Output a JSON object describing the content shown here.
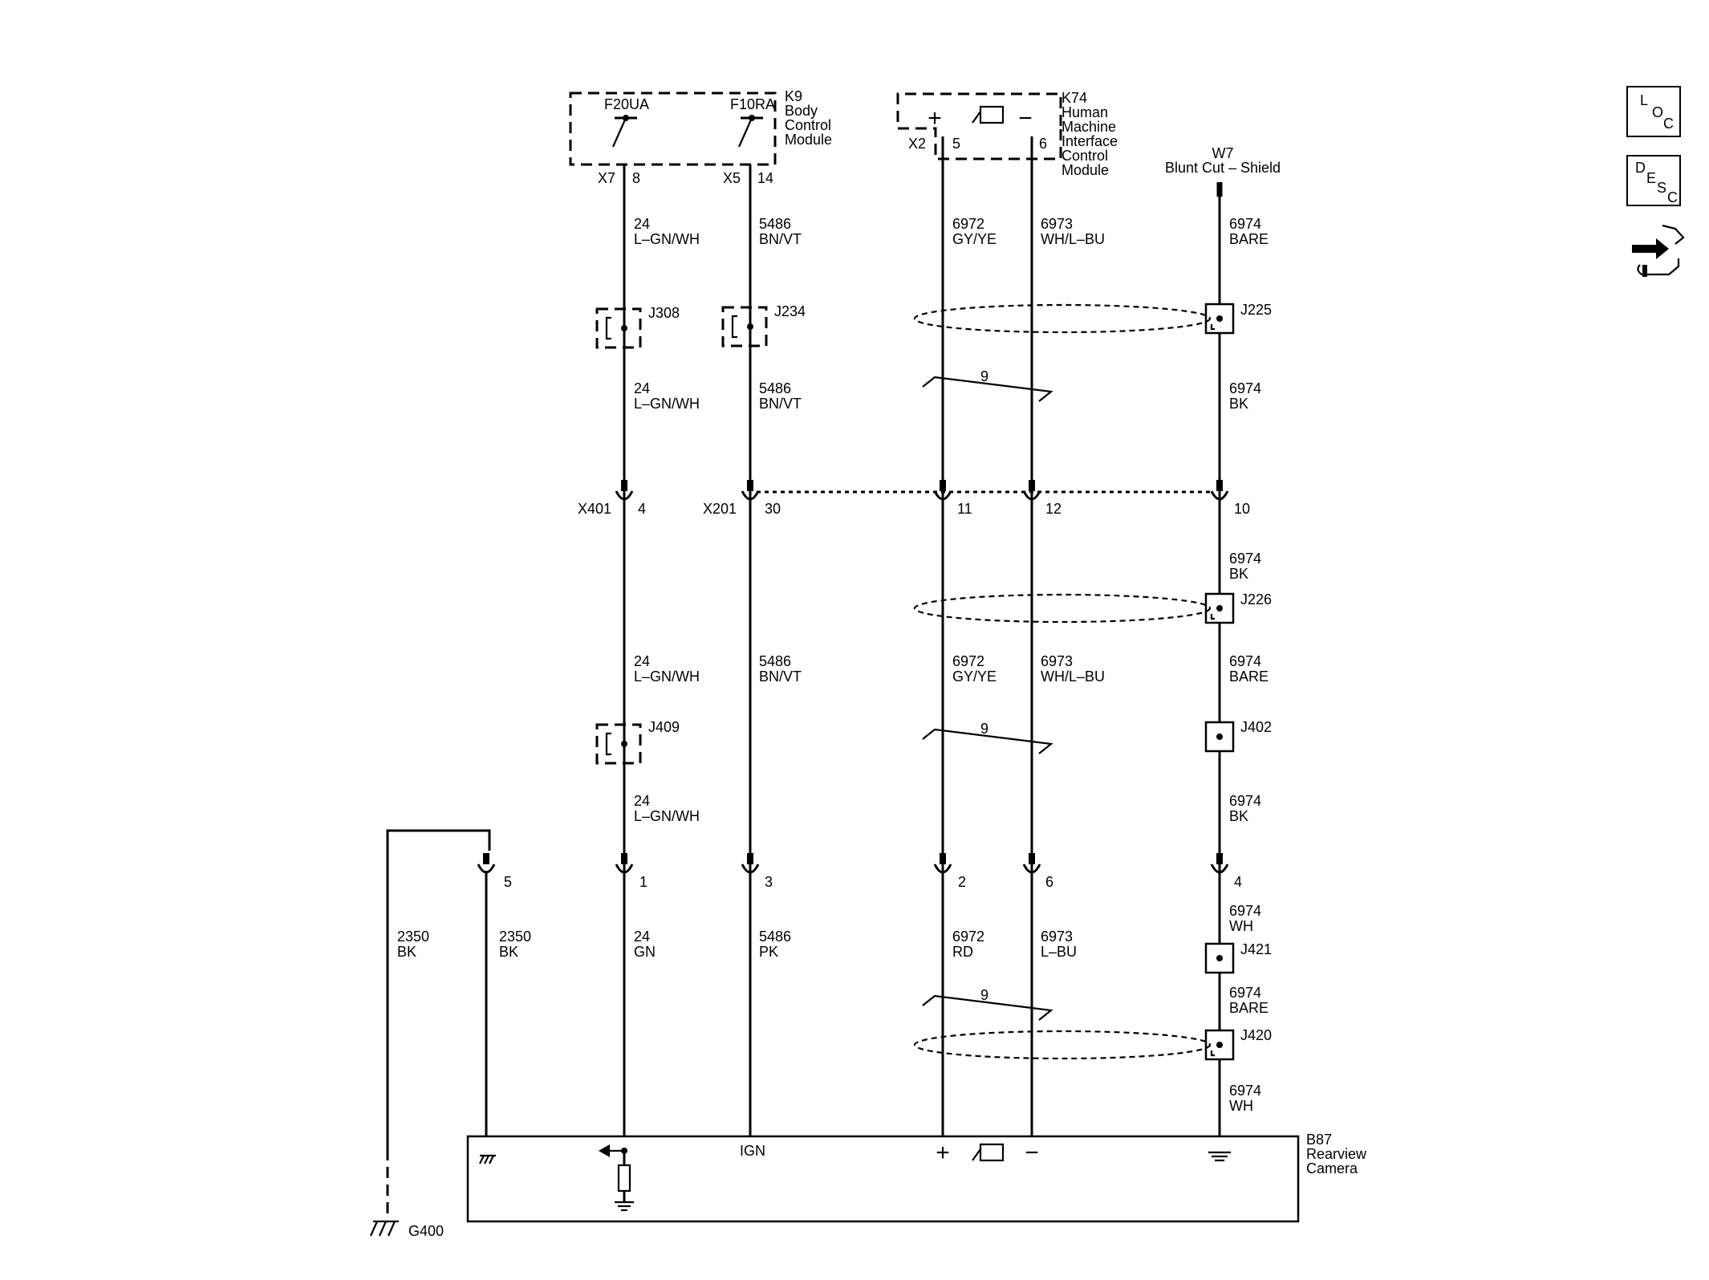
{
  "modules": {
    "k9": {
      "id": "K9",
      "name_lines": [
        "Body",
        "Control",
        "Module"
      ],
      "outputs": [
        "F20UA",
        "F10RA"
      ],
      "connectors": [
        "X7",
        "X5"
      ],
      "pins": [
        "8",
        "14"
      ]
    },
    "k74": {
      "id": "K74",
      "name_lines": [
        "Human",
        "Machine",
        "Interface",
        "Control",
        "Module"
      ],
      "connector": "X2",
      "pins": [
        "5",
        "6"
      ],
      "plus": "+",
      "minus": "−"
    },
    "w7": {
      "id": "W7",
      "name": "Blunt Cut – Shield"
    },
    "b87": {
      "id": "B87",
      "name_lines": [
        "Rearview",
        "Camera"
      ],
      "ign": "IGN",
      "plus": "+",
      "minus": "−"
    },
    "g400": {
      "id": "G400"
    }
  },
  "inline_connectors": {
    "x401": {
      "id": "X401",
      "pin": "4"
    },
    "x201": {
      "id": "X201",
      "pins": [
        "30",
        "11",
        "12",
        "10"
      ]
    },
    "lower_pins": [
      "5",
      "1",
      "3",
      "2",
      "6",
      "4"
    ]
  },
  "wires": {
    "c1_top": {
      "circuit": "24",
      "color": "L–GN/WH"
    },
    "c1_mid": {
      "circuit": "24",
      "color": "L–GN/WH"
    },
    "c1_low1": {
      "circuit": "24",
      "color": "L–GN/WH"
    },
    "c1_low2": {
      "circuit": "24",
      "color": "L–GN/WH"
    },
    "c1_bot": {
      "circuit": "24",
      "color": "GN"
    },
    "c2_top": {
      "circuit": "5486",
      "color": "BN/VT"
    },
    "c2_mid": {
      "circuit": "5486",
      "color": "BN/VT"
    },
    "c2_low": {
      "circuit": "5486",
      "color": "BN/VT"
    },
    "c2_bot": {
      "circuit": "5486",
      "color": "PK"
    },
    "c3_top": {
      "circuit": "6972",
      "color": "GY/YE"
    },
    "c3_low": {
      "circuit": "6972",
      "color": "GY/YE"
    },
    "c3_bot": {
      "circuit": "6972",
      "color": "RD"
    },
    "c4_top": {
      "circuit": "6973",
      "color": "WH/L–BU"
    },
    "c4_low": {
      "circuit": "6973",
      "color": "WH/L–BU"
    },
    "c4_bot": {
      "circuit": "6973",
      "color": "L–BU"
    },
    "c5_a": {
      "circuit": "6974",
      "color": "BARE"
    },
    "c5_b": {
      "circuit": "6974",
      "color": "BK"
    },
    "c5_c": {
      "circuit": "6974",
      "color": "BK"
    },
    "c5_d": {
      "circuit": "6974",
      "color": "BARE"
    },
    "c5_e": {
      "circuit": "6974",
      "color": "BK"
    },
    "c5_f": {
      "circuit": "6974",
      "color": "WH"
    },
    "c5_g": {
      "circuit": "6974",
      "color": "BARE"
    },
    "c5_h": {
      "circuit": "6974",
      "color": "WH"
    },
    "g_left": {
      "circuit": "2350",
      "color": "BK"
    },
    "g_right": {
      "circuit": "2350",
      "color": "BK"
    }
  },
  "splices": [
    "J308",
    "J234",
    "J225",
    "J226",
    "J409",
    "J402",
    "J421",
    "J420"
  ],
  "twist_count": "9",
  "nav": {
    "loc": [
      "L",
      "O",
      "C"
    ],
    "desc": [
      "D",
      "E",
      "S",
      "C"
    ]
  }
}
